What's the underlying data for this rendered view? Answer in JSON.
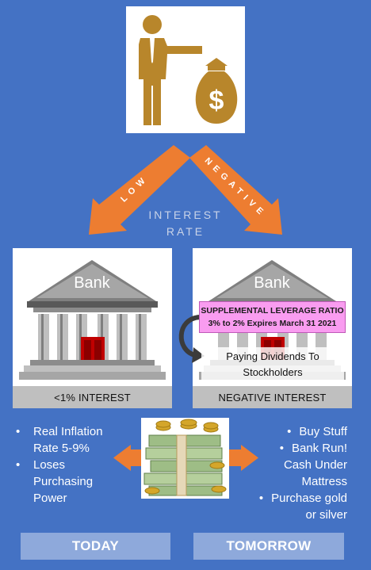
{
  "arrows": {
    "low_word": "LOW",
    "negative_word": "NEGATIVE"
  },
  "interest_rate": {
    "line1": "INTEREST",
    "line2": "RATE"
  },
  "banks": {
    "sign_text": "Bank",
    "left_caption": "<1% INTEREST",
    "right_caption": "NEGATIVE INTEREST"
  },
  "callout": {
    "line1": "SUPPLEMENTAL LEVERAGE RATIO",
    "line2": "3% to 2% Expires March 31 2021"
  },
  "dividends": {
    "line1": "Paying Dividends To",
    "line2": "Stockholders"
  },
  "left_points": [
    {
      "line1": "Real Inflation",
      "line2": "Rate 5-9%"
    },
    {
      "line1": "Loses",
      "line2": "Purchasing",
      "line3": "Power"
    }
  ],
  "right_points": [
    {
      "line1": "Buy Stuff"
    },
    {
      "line1": "Bank Run!",
      "line2": "Cash Under",
      "line3": "Mattress"
    },
    {
      "line1": "Purchase gold",
      "line2": "or silver"
    }
  ],
  "footer": {
    "left": "TODAY",
    "right": "TOMORROW"
  },
  "colors": {
    "background": "#4472c4",
    "arrow": "#ed7d31",
    "callout": "#f99cf0",
    "footer": "#8ea9db",
    "gold": "#b8862b"
  },
  "icons": [
    "businessman-icon",
    "money-bag-icon",
    "bank-building-icon",
    "curved-arrow-icon",
    "cash-stack-icon"
  ]
}
